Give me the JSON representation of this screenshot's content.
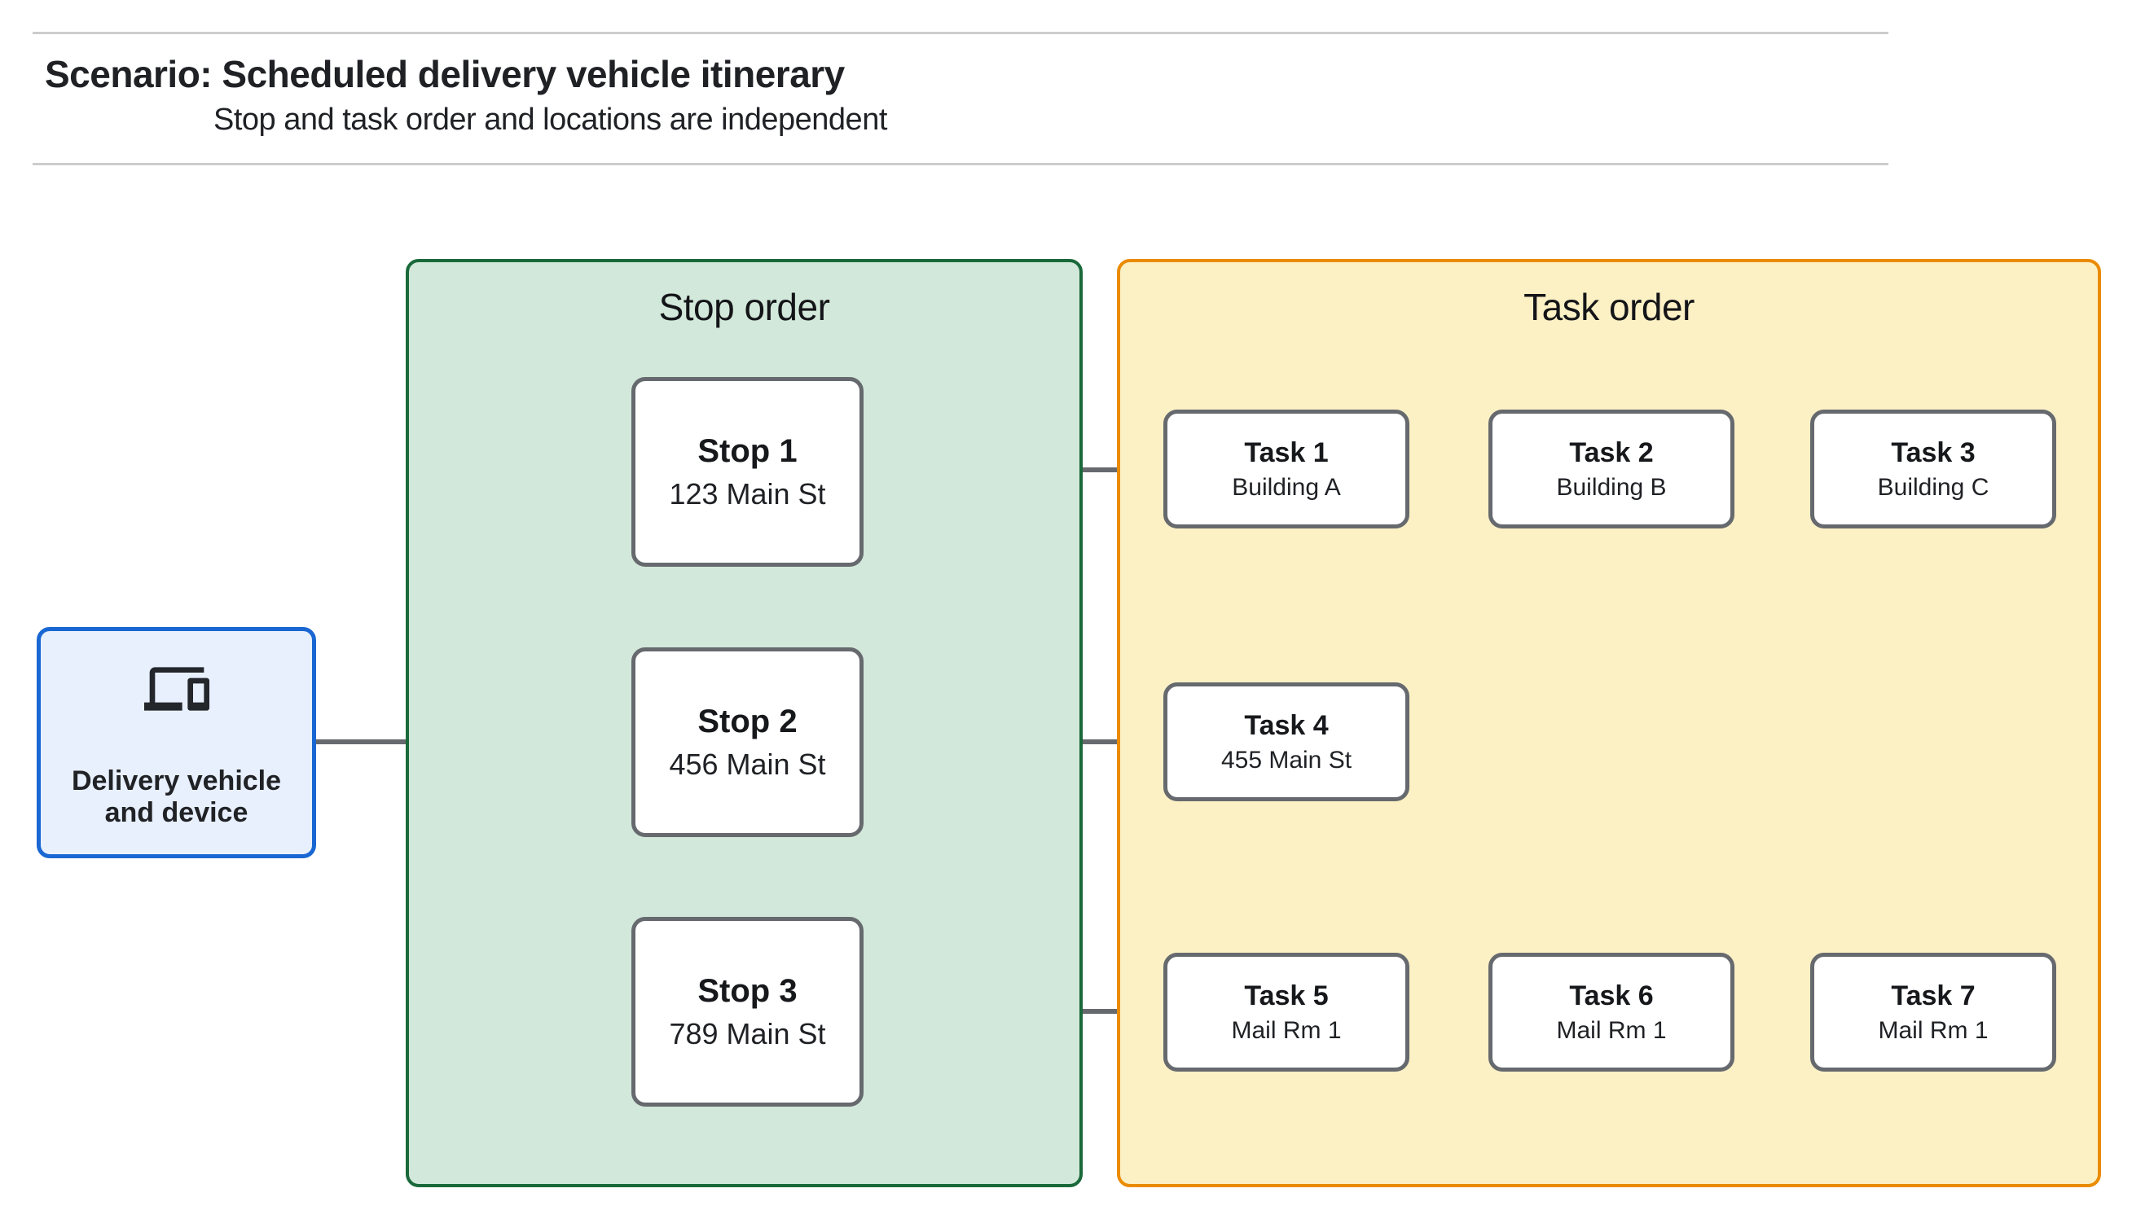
{
  "header": {
    "title": "Scenario: Scheduled delivery vehicle itinerary",
    "subtitle": "Stop and task order and locations are independent"
  },
  "vehicle": {
    "icon": "devices-icon",
    "lines": [
      "Delivery vehicle",
      "and device"
    ]
  },
  "stop_group": {
    "title": "Stop order",
    "stops": [
      {
        "title": "Stop 1",
        "subtitle": "123 Main St"
      },
      {
        "title": "Stop 2",
        "subtitle": "456 Main St"
      },
      {
        "title": "Stop 3",
        "subtitle": "789 Main St"
      }
    ]
  },
  "task_group": {
    "title": "Task order",
    "tasks": [
      {
        "title": "Task 1",
        "subtitle": "Building A"
      },
      {
        "title": "Task 2",
        "subtitle": "Building B"
      },
      {
        "title": "Task 3",
        "subtitle": "Building C"
      },
      {
        "title": "Task 4",
        "subtitle": "455 Main St"
      },
      {
        "title": "Task 5",
        "subtitle": "Mail Rm 1"
      },
      {
        "title": "Task 6",
        "subtitle": "Mail Rm 1"
      },
      {
        "title": "Task 7",
        "subtitle": "Mail Rm 1"
      }
    ]
  },
  "colors": {
    "stop_group_fill": "#d2e8da",
    "stop_group_border": "#19693a",
    "task_group_fill": "#fcf0c5",
    "task_group_border": "#ea8b00",
    "vehicle_fill": "#e8f0fe",
    "vehicle_border": "#1967d2",
    "node_border": "#666a6e",
    "connector": "#666a6e",
    "divider": "#cdcdcd",
    "text": "#1f2125"
  }
}
